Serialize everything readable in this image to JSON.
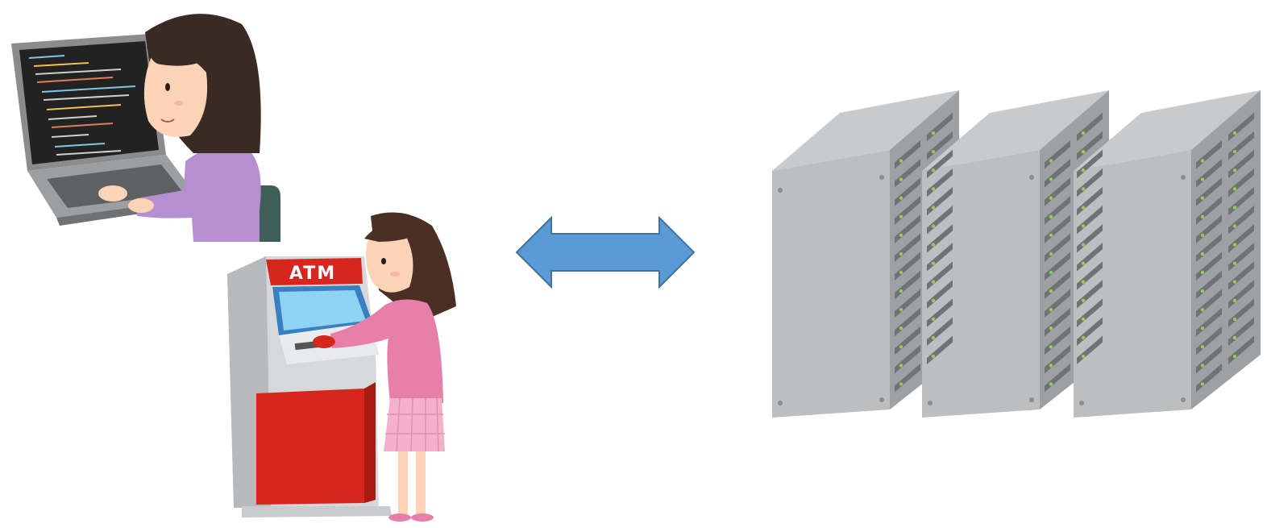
{
  "atm": {
    "sign_text": "ATM"
  },
  "colors": {
    "background": "#ffffff",
    "arrow_fill": "#5b9bd5",
    "arrow_stroke": "#41719c",
    "server_body": "#bcbec0",
    "server_side": "#9ea1a3",
    "server_led": "#8fd14f",
    "atm_red": "#d7261e",
    "laptop_body": "#8a8c8e",
    "screen_dark": "#222222",
    "programmer_sweater": "#b58fd0",
    "customer_sweater": "#e77fa9",
    "skirt_pink": "#f3b2c9",
    "hair_brown": "#4a2f25"
  },
  "icons": [
    "programmer-laptop-illustration",
    "atm-customer-illustration",
    "bidirectional-arrow-icon",
    "server-rack-illustration"
  ]
}
